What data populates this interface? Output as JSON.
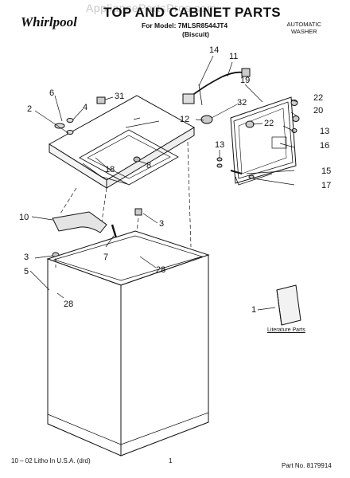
{
  "header": {
    "watermark": "AppliancePartsPros.com",
    "brand": "Whirlpool",
    "title": "TOP AND CABINET PARTS",
    "model_line": "For Model: 7MLSR8544JT4",
    "variant": "(Biscuit)",
    "product_line1": "AUTOMATIC",
    "product_line2": "WASHER"
  },
  "literature_label": "Literature Parts",
  "footer": {
    "left": "10 – 02 Litho In U.S.A. (drd)",
    "page": "1",
    "part_number": "Part No. 8179914"
  },
  "callouts": [
    {
      "id": "c14",
      "label": "14"
    },
    {
      "id": "c11",
      "label": "11"
    },
    {
      "id": "c19",
      "label": "19"
    },
    {
      "id": "c6",
      "label": "6"
    },
    {
      "id": "c31",
      "label": "31"
    },
    {
      "id": "c4",
      "label": "4"
    },
    {
      "id": "c2",
      "label": "2"
    },
    {
      "id": "c32",
      "label": "32"
    },
    {
      "id": "c22a",
      "label": "22"
    },
    {
      "id": "c20",
      "label": "20"
    },
    {
      "id": "c12",
      "label": "12"
    },
    {
      "id": "c22b",
      "label": "22"
    },
    {
      "id": "c13a",
      "label": "13"
    },
    {
      "id": "c16",
      "label": "16"
    },
    {
      "id": "c13b",
      "label": "13"
    },
    {
      "id": "c18",
      "label": "18"
    },
    {
      "id": "c8",
      "label": "8"
    },
    {
      "id": "c15",
      "label": "15"
    },
    {
      "id": "c17",
      "label": "17"
    },
    {
      "id": "c10",
      "label": "10"
    },
    {
      "id": "c3a",
      "label": "3"
    },
    {
      "id": "c7",
      "label": "7"
    },
    {
      "id": "c3b",
      "label": "3"
    },
    {
      "id": "c28a",
      "label": "28"
    },
    {
      "id": "c5",
      "label": "5"
    },
    {
      "id": "c28b",
      "label": "28"
    },
    {
      "id": "c1",
      "label": "1"
    }
  ]
}
